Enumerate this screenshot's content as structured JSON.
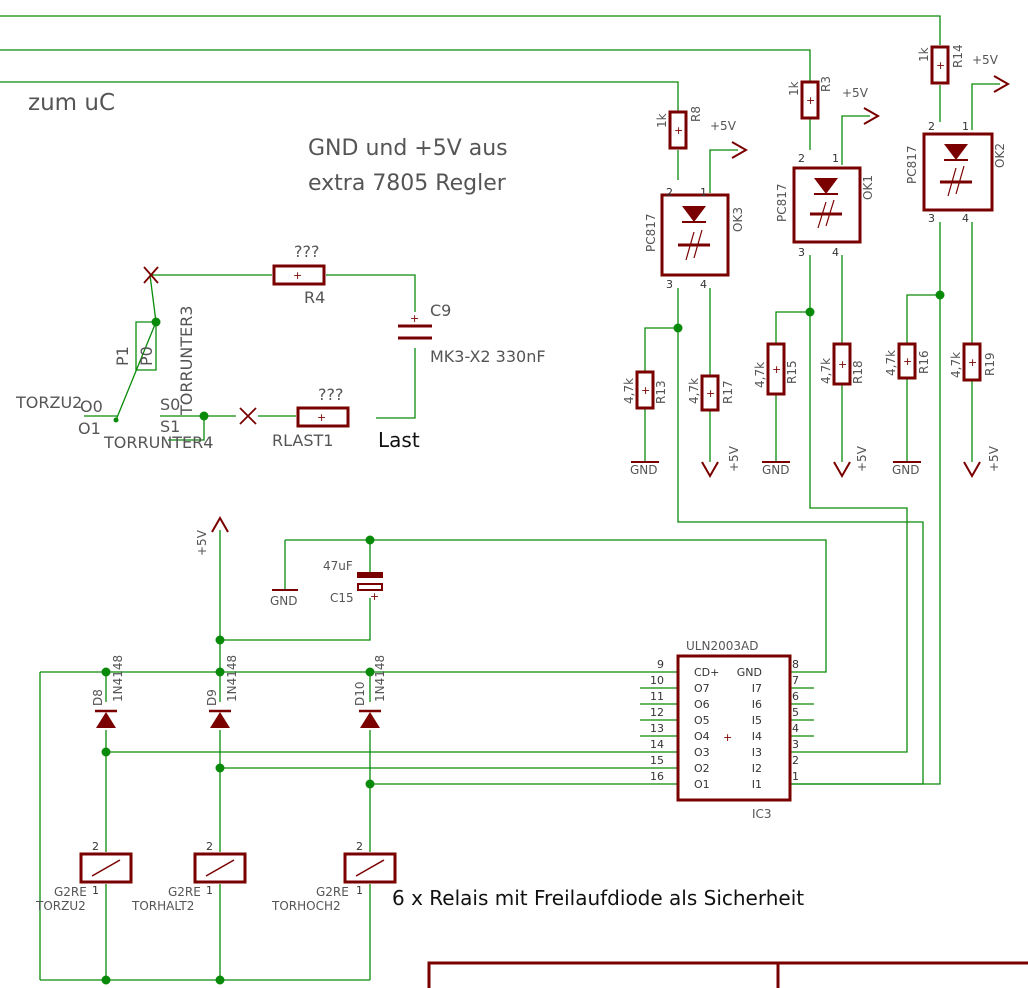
{
  "notes": {
    "to_uc": "zum uC",
    "gnd_line1": "GND und +5V aus",
    "gnd_line2": "extra 7805 Regler",
    "relais": "6 x Relais mit Freilaufdiode als Sicherheit",
    "last": "Last"
  },
  "power": {
    "vcc": "+5V",
    "gnd": "GND"
  },
  "switch": {
    "name1": "TORZU2",
    "name2": "TORRUNTER3",
    "name3": "TORRUNTER4",
    "p1": "P1",
    "p0": "P0",
    "s0": "S0",
    "s1": "S1",
    "o0": "O0",
    "o1": "O1"
  },
  "snubber": {
    "r4_value": "???",
    "r4_name": "R4",
    "rlast_value": "???",
    "rlast_name": "RLAST1",
    "c9_name": "C9",
    "c9_value": "MK3-X2 330nF"
  },
  "resistors": {
    "r8": {
      "name": "R8",
      "value": "1k"
    },
    "r3": {
      "name": "R3",
      "value": "1k"
    },
    "r14": {
      "name": "R14",
      "value": "1k"
    },
    "r13": {
      "name": "R13",
      "value": "4,7k"
    },
    "r17": {
      "name": "R17",
      "value": "4,7k"
    },
    "r15": {
      "name": "R15",
      "value": "4,7k"
    },
    "r18": {
      "name": "R18",
      "value": "4,7k"
    },
    "r16": {
      "name": "R16",
      "value": "4,7k"
    },
    "r19": {
      "name": "R19",
      "value": "4,7k"
    }
  },
  "optos": {
    "ok3": {
      "name": "OK3",
      "part": "PC817"
    },
    "ok1": {
      "name": "OK1",
      "part": "PC817"
    },
    "ok2": {
      "name": "OK2",
      "part": "PC817"
    },
    "pins": {
      "p1": "1",
      "p2": "2",
      "p3": "3",
      "p4": "4"
    }
  },
  "capacitor_c15": {
    "name": "C15",
    "value": "47uF"
  },
  "diodes": {
    "d8": {
      "name": "D8",
      "part": "1N4148"
    },
    "d9": {
      "name": "D9",
      "part": "1N4148"
    },
    "d10": {
      "name": "D10",
      "part": "1N4148"
    }
  },
  "ic": {
    "part": "ULN2003AD",
    "name": "IC3",
    "left_pins": [
      {
        "num": "9",
        "label": "CD+"
      },
      {
        "num": "10",
        "label": "O7"
      },
      {
        "num": "11",
        "label": "O6"
      },
      {
        "num": "12",
        "label": "O5"
      },
      {
        "num": "13",
        "label": "O4"
      },
      {
        "num": "14",
        "label": "O3"
      },
      {
        "num": "15",
        "label": "O2"
      },
      {
        "num": "16",
        "label": "O1"
      }
    ],
    "right_pins": [
      {
        "num": "8",
        "label": "GND"
      },
      {
        "num": "7",
        "label": "I7"
      },
      {
        "num": "6",
        "label": "I6"
      },
      {
        "num": "5",
        "label": "I5"
      },
      {
        "num": "4",
        "label": "I4"
      },
      {
        "num": "3",
        "label": "I3"
      },
      {
        "num": "2",
        "label": "I2"
      },
      {
        "num": "1",
        "label": "I1"
      }
    ]
  },
  "relays": {
    "torzu": {
      "name": "TORZU2",
      "part": "G2RE"
    },
    "torhalt": {
      "name": "TORHALT2",
      "part": "G2RE"
    },
    "torhoch": {
      "name": "TORHOCH2",
      "part": "G2RE"
    },
    "pin1": "1",
    "pin2": "2"
  },
  "colors": {
    "wire": "#0a8a0a",
    "component": "#7a0000",
    "label": "#555555"
  }
}
